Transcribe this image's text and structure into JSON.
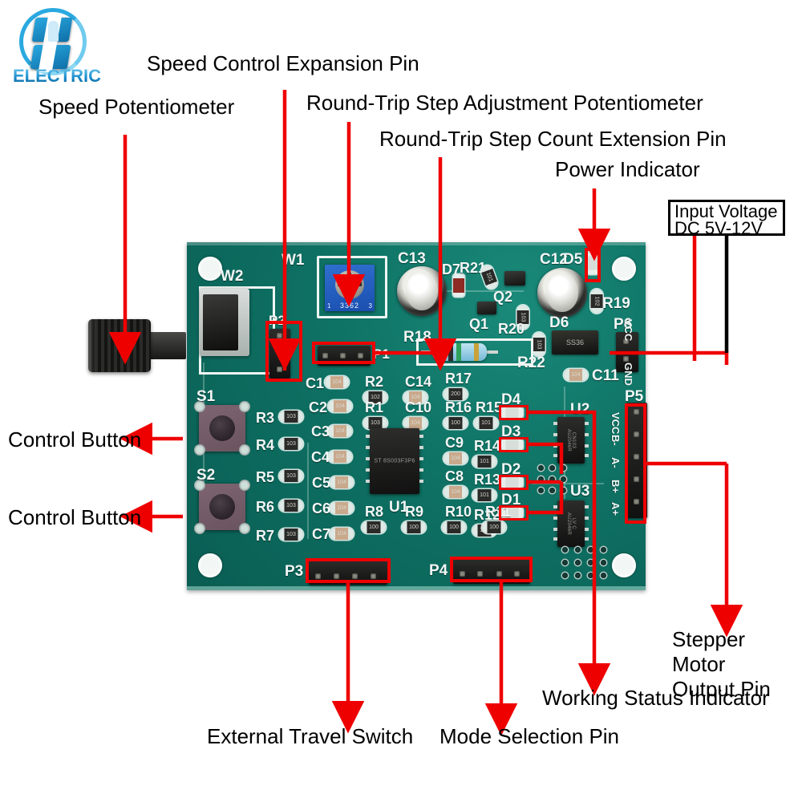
{
  "brand": {
    "name": "ELECTRIC",
    "logo_icon": "electric-bolt-circle-logo",
    "accent": "#1b8fce"
  },
  "annotations": {
    "accent_color": "#ef0000",
    "callouts": [
      {
        "id": "speed-potentiometer",
        "label": "Speed Potentiometer",
        "target": "W2 / rotary knob"
      },
      {
        "id": "speed-control-expansion",
        "label": "Speed Control Expansion Pin",
        "target": "P1 header"
      },
      {
        "id": "step-adjust-pot",
        "label": "Round-Trip Step Adjustment Potentiometer",
        "target": "W1 trimpot 3362"
      },
      {
        "id": "step-count-extension",
        "label": "Round-Trip Step Count Extension Pin",
        "target": "P2 header"
      },
      {
        "id": "power-indicator",
        "label": "Power Indicator",
        "target": "D5 LED"
      },
      {
        "id": "control-button-1",
        "label": "Control Button",
        "target": "S1"
      },
      {
        "id": "control-button-2",
        "label": "Control Button",
        "target": "S2"
      },
      {
        "id": "external-travel-switch",
        "label": "External Travel Switch",
        "target": "P3 header"
      },
      {
        "id": "mode-selection-pin",
        "label": "Mode Selection Pin",
        "target": "P4 header"
      },
      {
        "id": "working-status-indicator",
        "label": "Working Status Indicator",
        "target": "D1-D4 LEDs"
      },
      {
        "id": "stepper-motor-output-pin",
        "label": "Stepper Motor Output Pin",
        "target": "P5 header"
      }
    ],
    "note_box": {
      "line1": "Input Voltage",
      "line2": "DC 5V-12V",
      "target": "P6 VCC/GND"
    }
  },
  "board": {
    "color": "#0e7264",
    "silkscreen": {
      "potentiometers": [
        "W1",
        "W2"
      ],
      "trimpot_marking": "3362",
      "trimpot_pins": [
        "1",
        "3"
      ],
      "switches": [
        "S1",
        "S2"
      ],
      "headers": [
        "P1",
        "P2",
        "P3",
        "P4",
        "P5",
        "P6"
      ],
      "ics": [
        "U1",
        "U2",
        "U3"
      ],
      "ic_markings": [
        "ST 8S003F3P6",
        "CN103 AU2046R",
        "LV C AU2046R"
      ],
      "transistors": [
        "Q1",
        "Q2"
      ],
      "diodes": [
        "D1",
        "D2",
        "D3",
        "D4",
        "D5",
        "D6",
        "D7"
      ],
      "diode_marking": "SS36",
      "capacitors": [
        "C1",
        "C2",
        "C3",
        "C4",
        "C5",
        "C6",
        "C7",
        "C8",
        "C9",
        "C10",
        "C11",
        "C12",
        "C13",
        "C14"
      ],
      "resistors": [
        "R1",
        "R2",
        "R3",
        "R4",
        "R5",
        "R6",
        "R7",
        "R8",
        "R9",
        "R10",
        "R11",
        "R12",
        "R13",
        "R14",
        "R15",
        "R16",
        "R17",
        "R18",
        "R19",
        "R20",
        "R21",
        "R22"
      ],
      "output_pins": [
        "A+",
        "B+",
        "A-",
        "B-",
        "VCC"
      ],
      "power_pins": [
        "VCC",
        "GND"
      ]
    }
  }
}
